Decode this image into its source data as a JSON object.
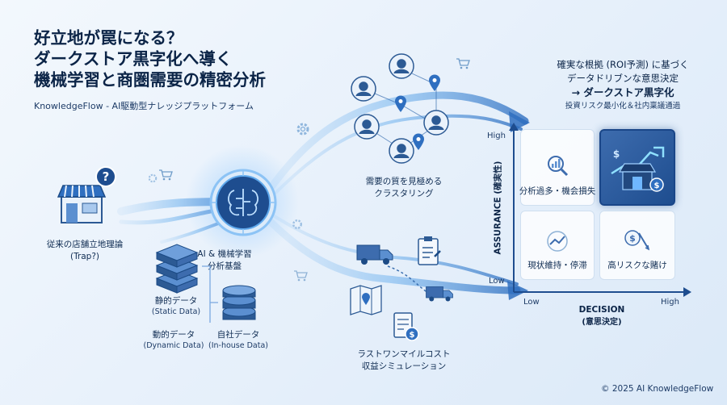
{
  "title": {
    "line1": "好立地が罠になる？",
    "line2": "ダークストア黒字化へ導く",
    "line3": "機械学習と商圏需要の精密分析"
  },
  "subtitle": "KnowledgeFlow - AI駆動型ナレッジプラットフォーム",
  "store": {
    "line1": "従来の店舗立地理論",
    "line2": "(Trap?)",
    "badge": "?"
  },
  "core": {
    "line1": "AI & 機械学習",
    "line2": "分析基盤"
  },
  "data_sources": {
    "static": {
      "name": "静的データ",
      "en": "(Static Data)"
    },
    "dynamic": {
      "name": "動的データ",
      "en": "(Dynamic Data)"
    },
    "inhouse": {
      "name": "自社データ",
      "en": "(In-house Data)"
    }
  },
  "clustering": {
    "line1": "需要の質を見極める",
    "line2": "クラスタリング"
  },
  "lastmile": {
    "line1": "ラストワンマイルコスト",
    "line2": "収益シミュレーション"
  },
  "headline": {
    "line1": "確実な根拠 (ROI予測) に基づく",
    "line2": "データドリブンな意思決定",
    "line3": "→ ダークストア黒字化",
    "line4": "投資リスク最小化＆社内稟議通過"
  },
  "matrix": {
    "y_axis_title": "ASSURANCE (確実性)",
    "x_axis_title": "DECISION",
    "x_axis_sub": "(意思決定)",
    "y_high": "High",
    "y_low": "Low",
    "x_low": "Low",
    "x_high": "High",
    "cells": {
      "top_left": "分析過多・機会損失",
      "bottom_left": "現状維持・停滞",
      "bottom_right": "高リスクな賭け"
    }
  },
  "footer": "© 2025 AI KnowledgeFlow",
  "colors": {
    "accent": "#1e4d8f",
    "glow": "#5ea8ec",
    "background": "#e8f1fb"
  },
  "icons": [
    "store-icon",
    "question-icon",
    "brain-chip-icon",
    "database-icon",
    "people-icon",
    "map-pin-icon",
    "shopping-cart-icon",
    "truck-icon",
    "clipboard-icon",
    "route-map-icon",
    "invoice-icon",
    "gear-icon",
    "money-icon",
    "trend-icon"
  ]
}
